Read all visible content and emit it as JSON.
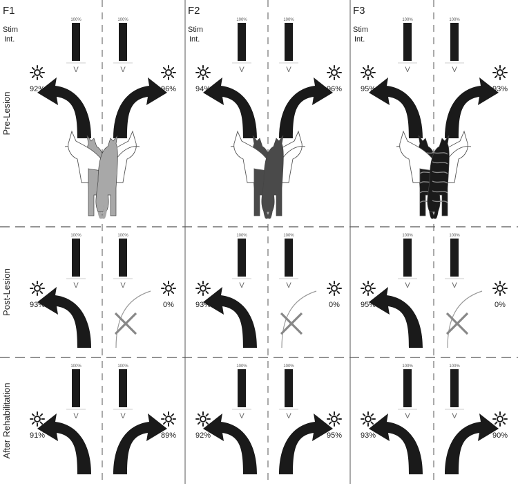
{
  "figure": {
    "stim_label_line1": "Stim",
    "stim_label_line2": "Int.",
    "bar_top_label": "100%",
    "bar_bottom_label": "V",
    "rows": [
      {
        "id": "pre",
        "label": "Pre-Lesion"
      },
      {
        "id": "post",
        "label": "Post-Lesion"
      },
      {
        "id": "rehab",
        "label": "After Rehabilitation"
      }
    ],
    "subjects": [
      {
        "id": "F1",
        "label": "F1",
        "cat_shade": "#a8a8a8",
        "cat_stripes": false,
        "percentages": {
          "pre": {
            "left": "92%",
            "right": "96%"
          },
          "post": {
            "left": "93%",
            "right": "0%"
          },
          "rehab": {
            "left": "91%",
            "right": "89%"
          }
        }
      },
      {
        "id": "F2",
        "label": "F2",
        "cat_shade": "#4a4a4a",
        "cat_stripes": false,
        "percentages": {
          "pre": {
            "left": "94%",
            "right": "96%"
          },
          "post": {
            "left": "93%",
            "right": "0%"
          },
          "rehab": {
            "left": "92%",
            "right": "95%"
          }
        }
      },
      {
        "id": "F3",
        "label": "F3",
        "cat_shade": "#1a1a1a",
        "cat_stripes": true,
        "percentages": {
          "pre": {
            "left": "95%",
            "right": "93%"
          },
          "post": {
            "left": "95%",
            "right": "0%"
          },
          "rehab": {
            "left": "93%",
            "right": "90%"
          }
        }
      }
    ],
    "colors": {
      "bar": "#1a1a1a",
      "arrow": "#1a1a1a",
      "failed_arrow": "#9a9a9a",
      "cross": "#888888",
      "divider": "#555555",
      "text": "#222222"
    }
  }
}
